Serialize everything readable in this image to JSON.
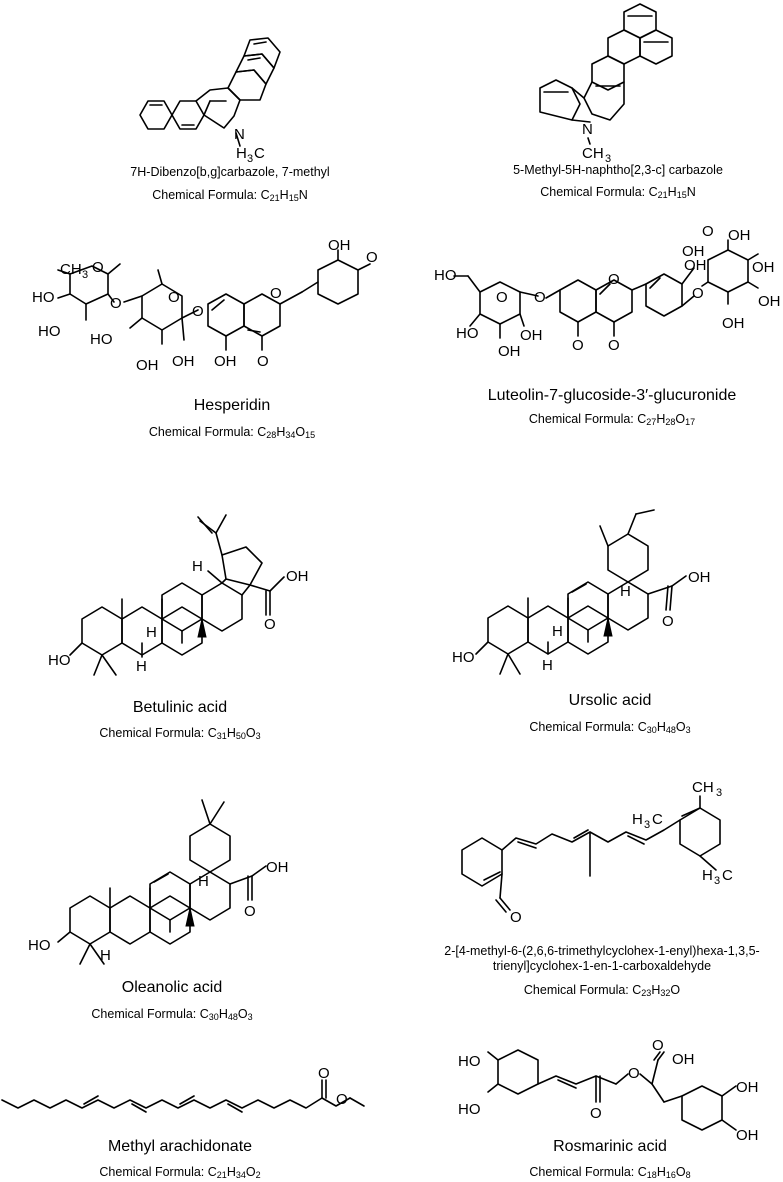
{
  "figure": {
    "formula_label": "Chemical Formula:",
    "compounds": [
      {
        "name": "7H-Dibenzo[b,g]carbazole, 7-methyl",
        "formula": [
          [
            "C",
            "21"
          ],
          [
            "H",
            "15"
          ],
          [
            "N",
            ""
          ]
        ],
        "atom_labels": [
          "N",
          "H",
          "3",
          "C"
        ]
      },
      {
        "name": "5-Methyl-5H-naphtho[2,3-c] carbazole",
        "formula": [
          [
            "C",
            "21"
          ],
          [
            "H",
            "15"
          ],
          [
            "N",
            ""
          ]
        ],
        "atom_labels": [
          "N",
          "CH",
          "3"
        ]
      },
      {
        "name": "Hesperidin",
        "formula": [
          [
            "C",
            "28"
          ],
          [
            "H",
            "34"
          ],
          [
            "O",
            "15"
          ]
        ],
        "atom_labels": [
          "CH",
          "3",
          "O",
          "HO",
          "HO",
          "O",
          "O",
          "HO",
          "OH",
          "OH",
          "O",
          "O",
          "OH",
          "O",
          "OH",
          "O"
        ]
      },
      {
        "name": "Luteolin-7-glucoside-3′-glucuronide",
        "formula": [
          [
            "C",
            "27"
          ],
          [
            "H",
            "28"
          ],
          [
            "O",
            "17"
          ]
        ],
        "atom_labels": [
          "O",
          "OH",
          "OH",
          "OH",
          "OH",
          "O",
          "OH",
          "HO",
          "O",
          "O",
          "O",
          "HO",
          "OH",
          "OH",
          "O",
          "O",
          "OH"
        ]
      },
      {
        "name": "Betulinic acid",
        "formula": [
          [
            "C",
            "31"
          ],
          [
            "H",
            "50"
          ],
          [
            "O",
            "3"
          ]
        ],
        "atom_labels": [
          "H",
          "OH",
          "O",
          "H",
          "H",
          "HO"
        ]
      },
      {
        "name": "Ursolic acid",
        "formula": [
          [
            "C",
            "30"
          ],
          [
            "H",
            "48"
          ],
          [
            "O",
            "3"
          ]
        ],
        "atom_labels": [
          "H",
          "OH",
          "O",
          "H",
          "H",
          "HO"
        ]
      },
      {
        "name": "Oleanolic acid",
        "formula": [
          [
            "C",
            "30"
          ],
          [
            "H",
            "48"
          ],
          [
            "O",
            "3"
          ]
        ],
        "atom_labels": [
          "H",
          "OH",
          "O",
          "HO",
          "H"
        ]
      },
      {
        "name": "2-[4-methyl-6-(2,6,6-trimethylcyclohex-1-enyl)hexa-1,3,5-trienyl]cyclohex-1-en-1-carboxaldehyde",
        "formula": [
          [
            "C",
            "23"
          ],
          [
            "H",
            "32"
          ],
          [
            "O",
            ""
          ]
        ],
        "atom_labels": [
          "CH",
          "3",
          "H",
          "3",
          "C",
          "H",
          "3",
          "C",
          "O"
        ]
      },
      {
        "name": "Methyl arachidonate",
        "formula": [
          [
            "C",
            "21"
          ],
          [
            "H",
            "34"
          ],
          [
            "O",
            "2"
          ]
        ],
        "atom_labels": [
          "O",
          "O"
        ]
      },
      {
        "name": "Rosmarinic acid",
        "formula": [
          [
            "C",
            "18"
          ],
          [
            "H",
            "16"
          ],
          [
            "O",
            "8"
          ]
        ],
        "atom_labels": [
          "HO",
          "HO",
          "O",
          "OH",
          "O",
          "OH",
          "O",
          "OH"
        ]
      }
    ]
  }
}
